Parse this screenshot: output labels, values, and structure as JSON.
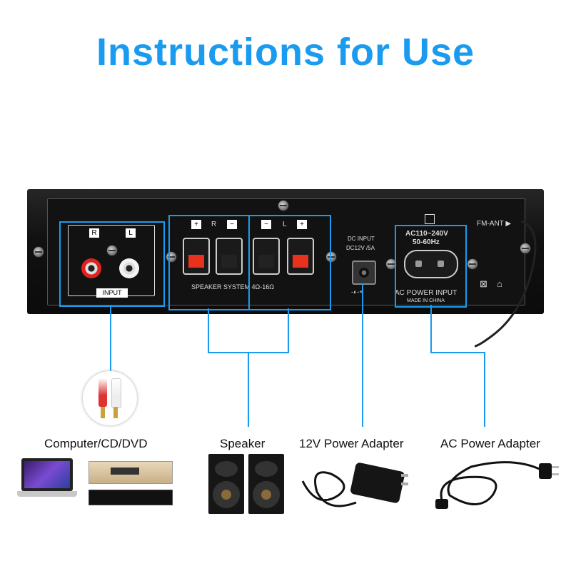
{
  "title": "Instructions for Use",
  "panel": {
    "input_r": "R",
    "input_l": "L",
    "input_label": "INPUT",
    "speaker_plus": "+",
    "speaker_r": "R",
    "speaker_minus": "−",
    "speaker_l": "L",
    "speaker_system": "SPEAKER SYSTEM 4Ω-16Ω",
    "dc_input_line1": "DC INPUT",
    "dc_input_line2": "DC12V /5A",
    "ac_spec_line1": "AC110~240V",
    "ac_spec_line2": "50-60Hz",
    "ac_power_input": "AC POWER INPUT",
    "made_in": "MADE IN CHINA",
    "fm_ant": "FM-ANT ▶"
  },
  "captions": {
    "input": "Computer/CD/DVD",
    "speaker": "Speaker",
    "dc": "12V Power Adapter",
    "ac": "AC Power Adapter"
  },
  "colors": {
    "accent": "#1a9bf0",
    "terminal_red": "#e8321e"
  }
}
